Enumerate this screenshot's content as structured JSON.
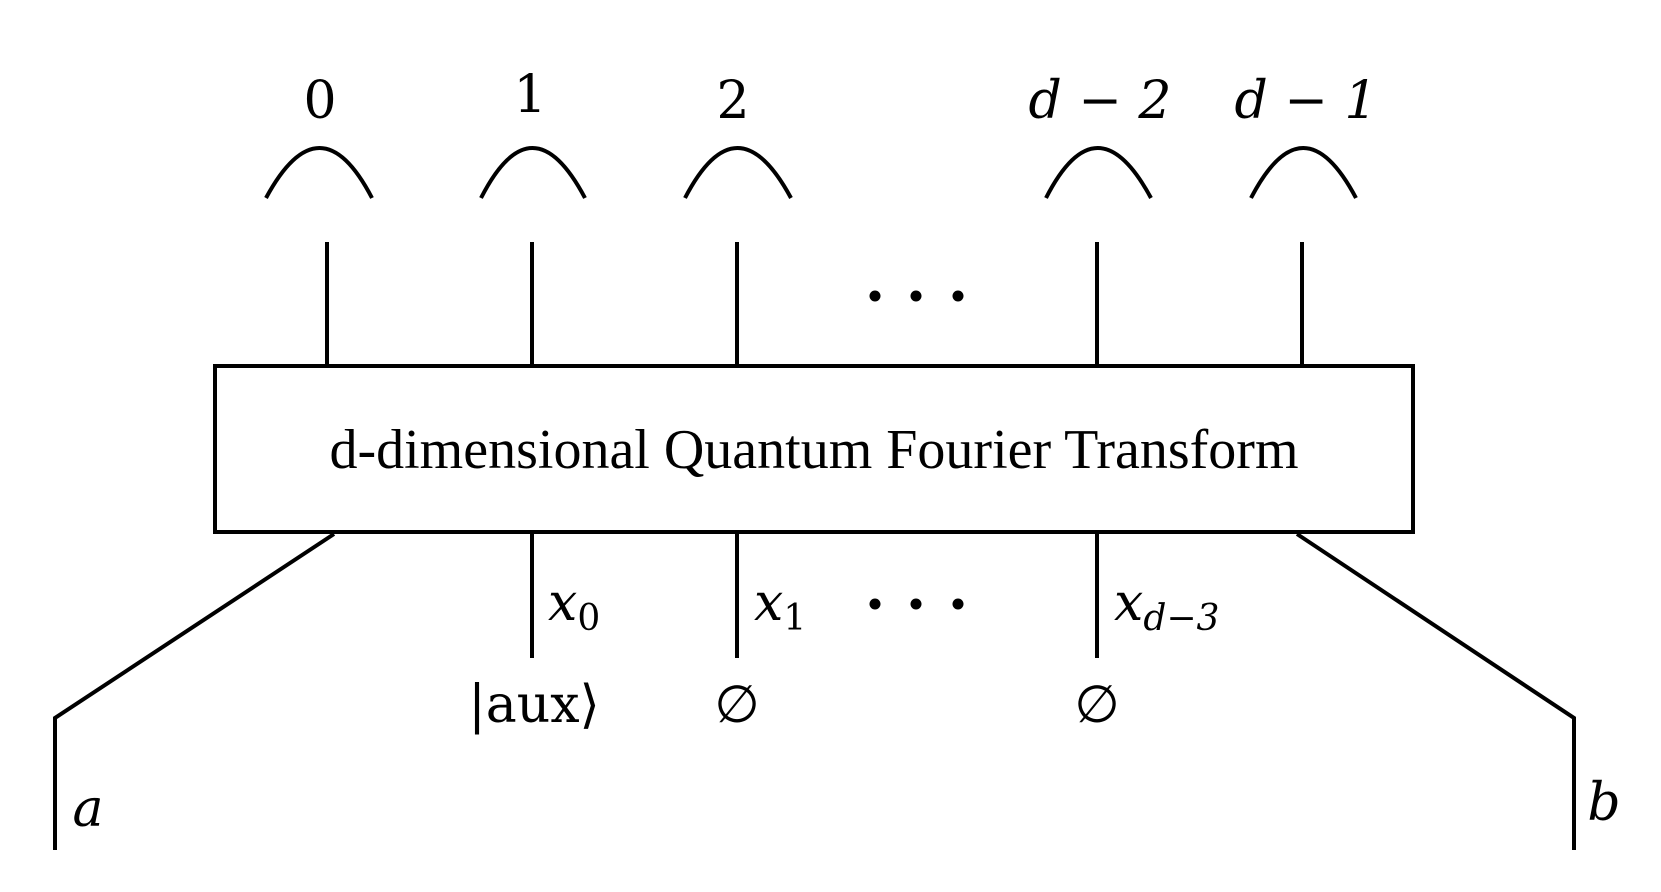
{
  "box": {
    "title": "d-dimensional Quantum Fourier Transform"
  },
  "outputs": [
    {
      "label": "0"
    },
    {
      "label": "1"
    },
    {
      "label": "2"
    },
    {
      "label": "d − 2"
    },
    {
      "label": "d − 1"
    }
  ],
  "inputs": [
    {
      "name": "x",
      "index": "0",
      "state": "|aux⟩"
    },
    {
      "name": "x",
      "index": "1",
      "state": "∅"
    },
    {
      "name": "x",
      "index": "d−3",
      "state": "∅"
    }
  ],
  "side_legs": {
    "left": "a",
    "right": "b"
  }
}
